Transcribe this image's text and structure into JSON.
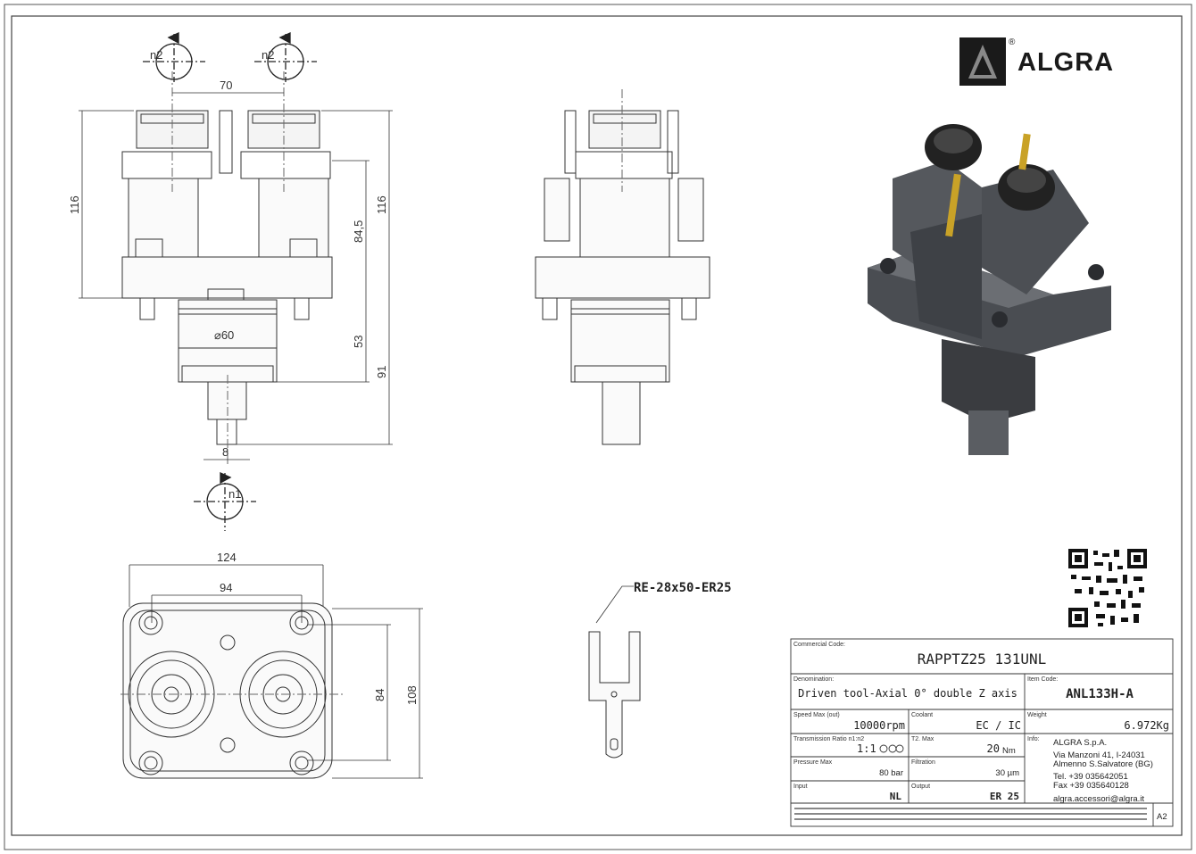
{
  "brand": {
    "name": "ALGRA",
    "registered": "®"
  },
  "dimensions": {
    "front_view": {
      "pitch": "70",
      "height_left": "116",
      "height_right": "116",
      "upper": "84,5",
      "lower": "53",
      "total": "91",
      "diameter": "⌀60",
      "shaft": "8"
    },
    "plan_view": {
      "width_outer": "124",
      "width_holes": "94",
      "height_holes": "84",
      "height_outer": "108"
    }
  },
  "rotation_labels": {
    "output_left": "n2",
    "output_right": "n2",
    "input": "n1"
  },
  "key_callout": "RE-28x50-ER25",
  "title_block": {
    "commercial_code_label": "Commercial Code:",
    "commercial_code": "RAPPTZ25 131UNL",
    "denomination_label": "Denomination:",
    "denomination": "Driven tool-Axial 0° double Z axis",
    "item_code_label": "Item Code:",
    "item_code": "ANL133H-A",
    "speed_label": "Speed Max (out)",
    "speed": "10000rpm",
    "coolant_label": "Coolant",
    "coolant": "EC / IC",
    "weight_label": "Weight",
    "weight": "6.972Kg",
    "ratio_label": "Transmission Ratio n1:n2",
    "ratio": "1:1",
    "torque_label": "T2. Max",
    "torque": "20",
    "torque_unit": "Nm",
    "info_label": "Info:",
    "info_company": "ALGRA S.p.A.",
    "info_address_1": "Via Manzoni 41, I-24031",
    "info_address_2": "Almenno S.Salvatore (BG)",
    "info_tel": "Tel. +39 035642051",
    "info_fax": "Fax +39 035640128",
    "info_email": "algra.accessori@algra.it",
    "pressure_label": "Pressure Max",
    "pressure": "80 bar",
    "filtration_label": "Filtration",
    "filtration": "30 µm",
    "input_label": "Input",
    "input": "NL",
    "output_label": "Output",
    "output": "ER 25",
    "sheet_size": "A2"
  },
  "colors": {
    "line": "#444444",
    "brand_black": "#1a1a1a",
    "tool_dark": "#3c3f44",
    "tool_gold": "#c9a227"
  }
}
